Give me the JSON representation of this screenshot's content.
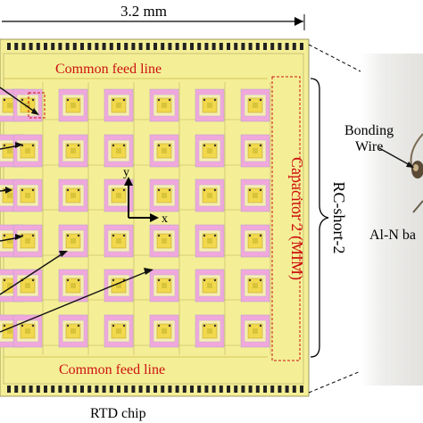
{
  "figure": {
    "dimension_label": "3.2 mm",
    "feed_line_top": "Common feed line",
    "feed_line_bottom": "Common feed line",
    "capacitor_label": "Capacitor 2 (MIM)",
    "rc_label": "RC-short-2",
    "chip_caption": "RTD chip",
    "axis_y": "y",
    "axis_x": "x",
    "bonding_label": "Bonding",
    "wire_label": "Wire",
    "substrate_label": "Al-N ba"
  },
  "colors": {
    "chip_background": "#f4ef96",
    "pad_pink": "#f0a8dc",
    "pad_yellow": "#f2d84c",
    "pad_center": "#d8c43a",
    "accent_red": "#cc1111",
    "bond_pad": "#222222"
  }
}
